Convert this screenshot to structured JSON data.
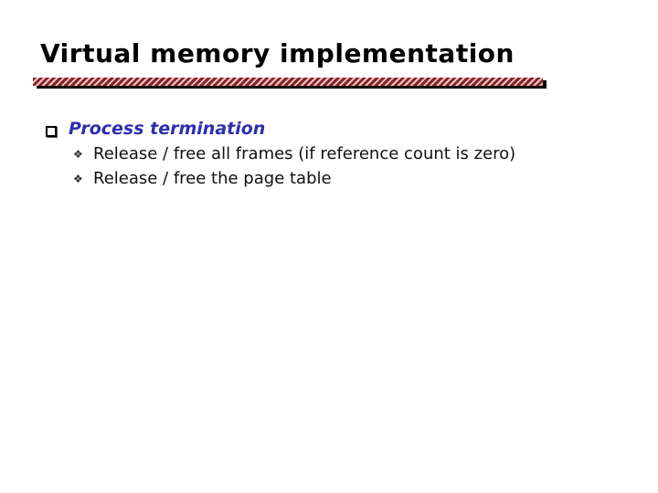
{
  "slide": {
    "title": "Virtual memory implementation",
    "bullet": {
      "label": "Process termination",
      "sub_items": [
        "Release / free all frames (if reference count is zero)",
        "Release / free the page table"
      ]
    },
    "icons": {
      "square_bullet": "square-outline-bullet",
      "diamond_bullet": "❖"
    },
    "colors": {
      "title_text": "#000000",
      "heading_text": "#2d2db2",
      "body_text": "#101010",
      "bar_maroon": "#8b2323",
      "bar_stripe_light": "#e7caca",
      "bar_shadow": "#000000"
    }
  }
}
